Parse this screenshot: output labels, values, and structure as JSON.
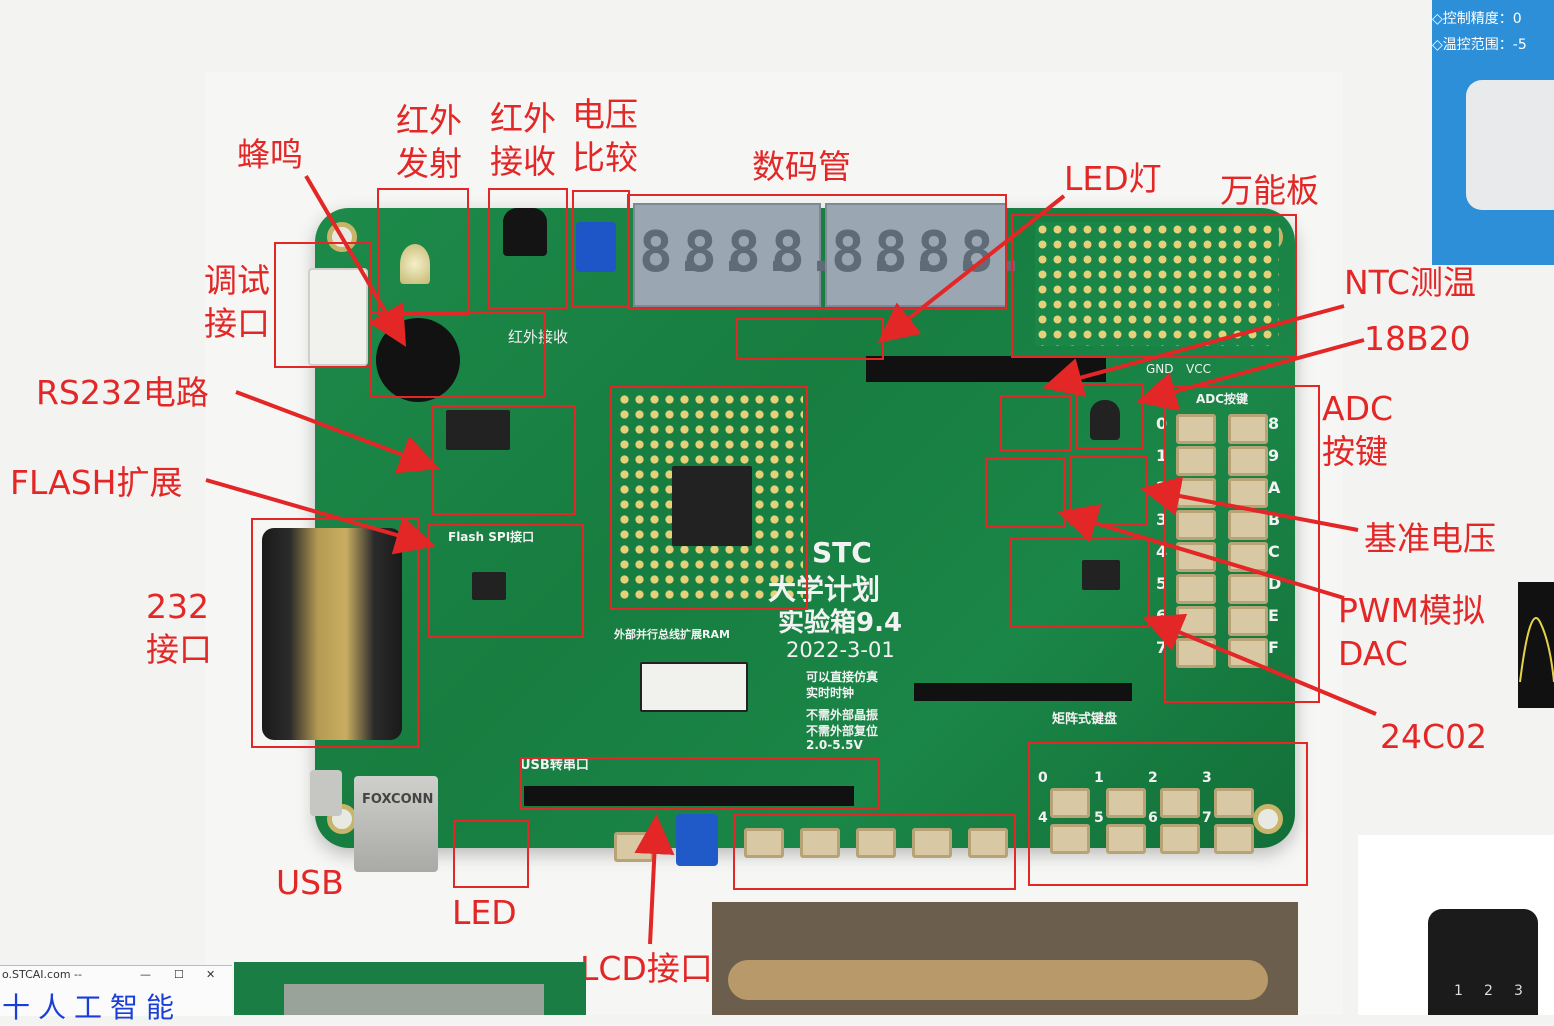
{
  "labels": {
    "buzzer": "蜂鸣",
    "ir_tx": "红外\n发射",
    "ir_rx": "红外\n接收",
    "comparator": "电压\n比较",
    "segment": "数码管",
    "led_lamp": "LED灯",
    "proto": "万能板",
    "debug": "调试\n接口",
    "rs232": "RS232电路",
    "flash": "FLASH扩展",
    "port232": "232\n接口",
    "ntc": "NTC测温",
    "ds18b20": "18B20",
    "adc": "ADC\n按键",
    "vref": "基准电压",
    "pwm": "PWM模拟\nDAC",
    "eeprom": "24C02",
    "usb": "USB",
    "led": "LED",
    "lcd": "LCD接口"
  },
  "board": {
    "brand": "STC",
    "line1": "大学计划",
    "line2": "实验箱9.4",
    "date": "2022-3-01",
    "note1": "可以直接仿真",
    "note2": "实时时钟",
    "note3": "不需外部晶振",
    "note4": "不需外部复位",
    "note5": "2.0-5.5V",
    "ir_rx_silk": "红外接收",
    "flash_silk": "Flash SPI接口",
    "bus_silk": "外部并行总线扩展RAM",
    "matrix_silk": "矩阵式键盘",
    "gnd": "GND",
    "vcc": "VCC",
    "adc_silk": "ADC按键",
    "usb_brand": "FOXCONN",
    "usb_silk": "USB转串口"
  },
  "segment_digits": [
    "8.",
    "8.",
    "8.",
    "8.",
    "8.",
    "8.",
    "8.",
    "8."
  ],
  "adc_keys_left": [
    "0",
    "1",
    "2",
    "3",
    "4",
    "5",
    "6",
    "7"
  ],
  "adc_keys_right": [
    "8",
    "9",
    "A",
    "B",
    "C",
    "D",
    "E",
    "F"
  ],
  "matrix_keys": [
    "0",
    "1",
    "2",
    "3",
    "4",
    "5",
    "6",
    "7"
  ],
  "windows": {
    "title": "o.STCAI.com --",
    "controls": [
      "—",
      "☐",
      "✕"
    ],
    "body": "十人工智能"
  },
  "side_panel": {
    "line1": "◇控制精度：0",
    "line2": "◇温控范围：-5"
  },
  "scale_keys": [
    "1",
    "2",
    "3"
  ],
  "colors": {
    "annotation": "#e32626",
    "pcb": "#1a8647",
    "silk": "#f2f2f2"
  }
}
